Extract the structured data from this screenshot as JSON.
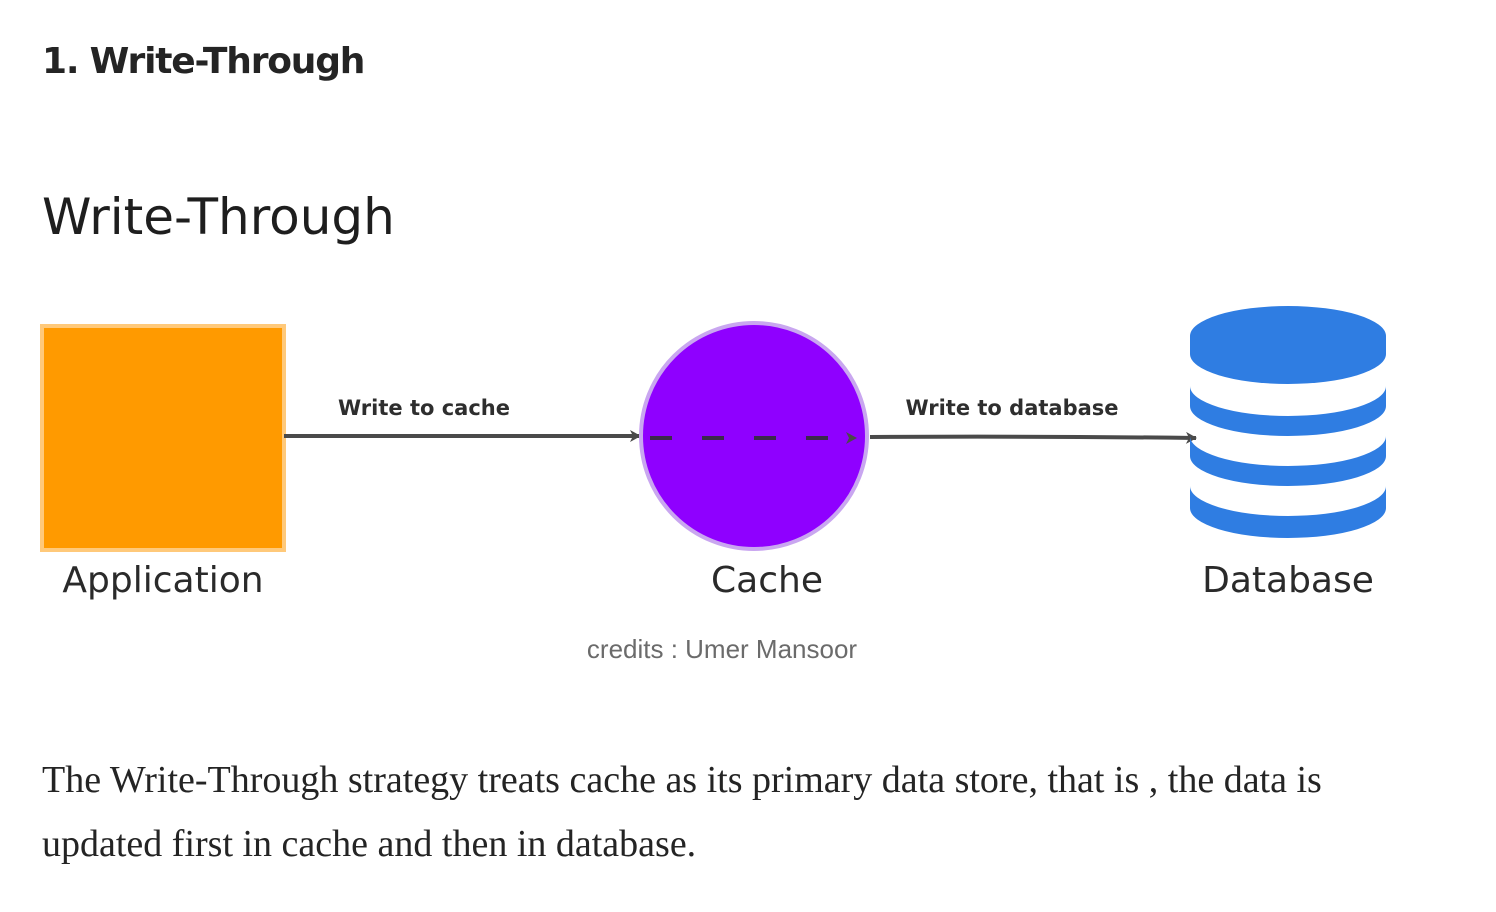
{
  "heading": "1. Write-Through",
  "diagram": {
    "title": "Write-Through",
    "nodes": {
      "application": {
        "label": "Application",
        "color": "#ff9a00"
      },
      "cache": {
        "label": "Cache",
        "color": "#8f00ff"
      },
      "database": {
        "label": "Database",
        "color": "#2f7de2"
      }
    },
    "edges": {
      "app_to_cache": {
        "label": "Write to cache"
      },
      "cache_to_db": {
        "label": "Write to database"
      }
    },
    "icons": [
      "database-icon"
    ]
  },
  "caption": "credits : Umer Mansoor",
  "paragraph": "The Write-Through strategy treats cache as its primary data store, that is , the data is updated first in cache and then in database."
}
